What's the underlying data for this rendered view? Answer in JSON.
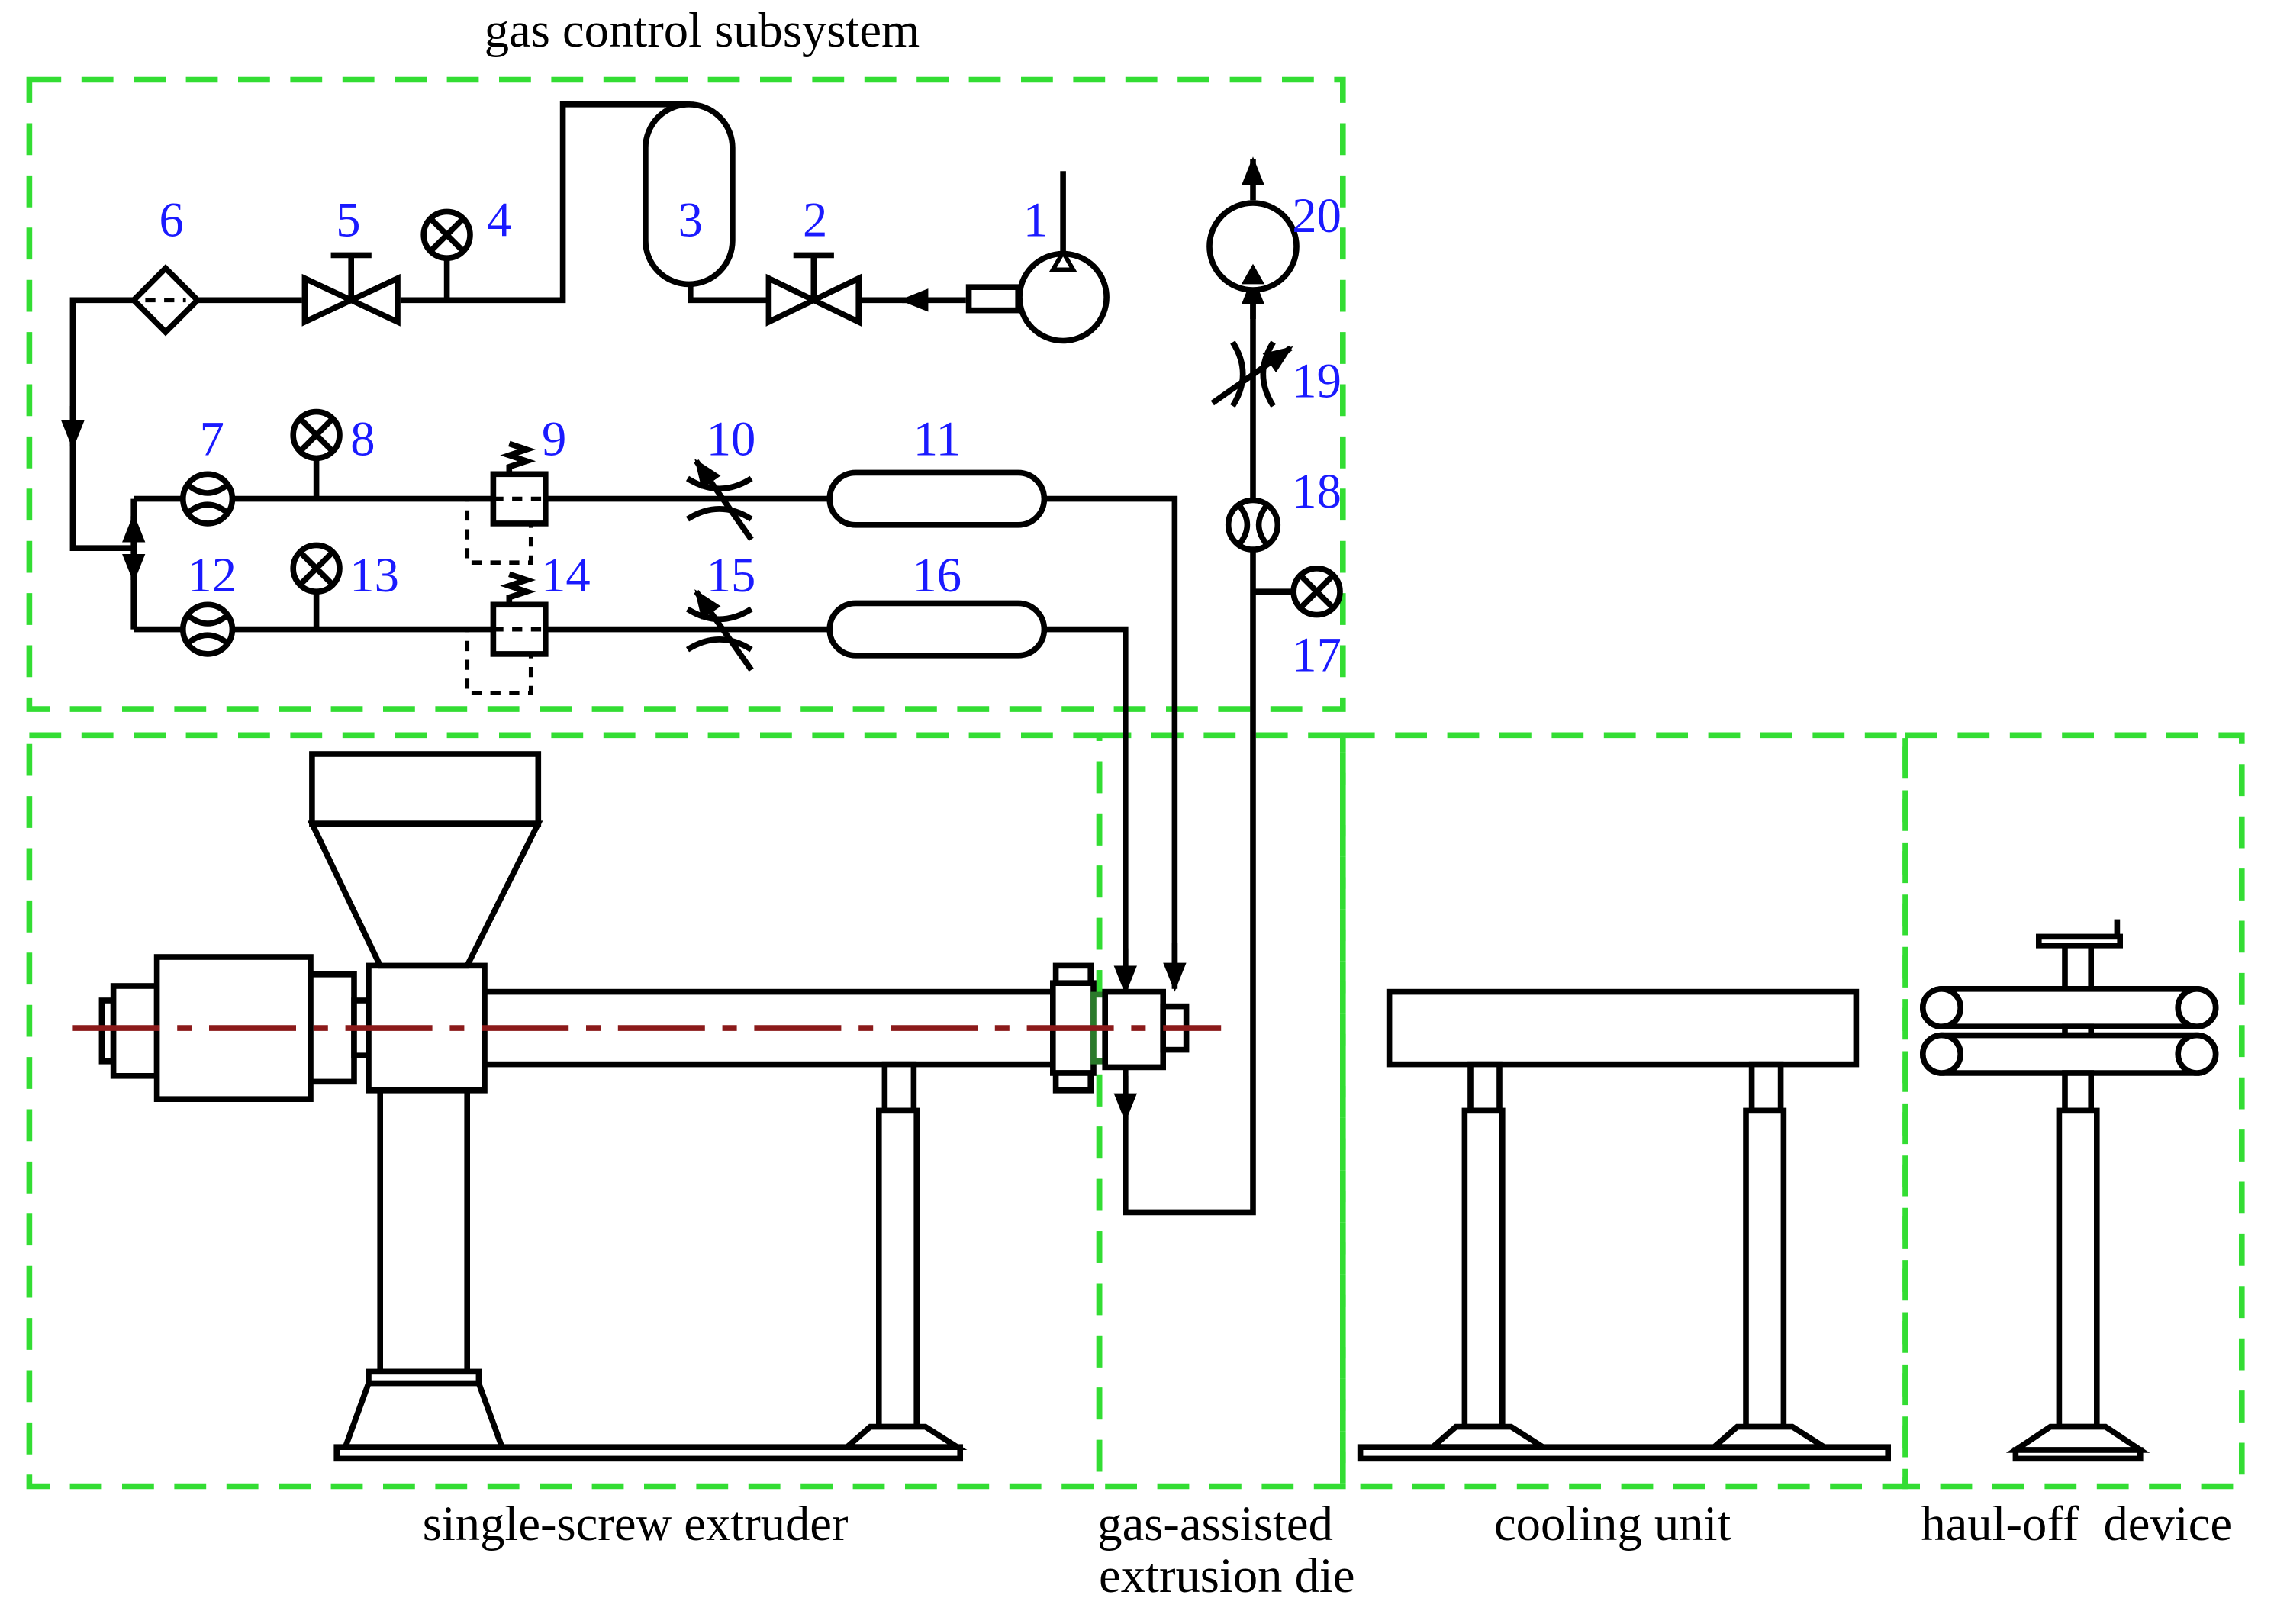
{
  "regions": {
    "gas_control": "gas control subsystem",
    "extruder": "single-screw extruder",
    "die_line1": "gas-assisted",
    "die_line2": "extrusion die",
    "cooling": "cooling unit",
    "haul_off": "haul-off  device"
  },
  "components": {
    "c1": "1",
    "c2": "2",
    "c3": "3",
    "c4": "4",
    "c5": "5",
    "c6": "6",
    "c7": "7",
    "c8": "8",
    "c9": "9",
    "c10": "10",
    "c11": "11",
    "c12": "12",
    "c13": "13",
    "c14": "14",
    "c15": "15",
    "c16": "16",
    "c17": "17",
    "c18": "18",
    "c19": "19",
    "c20": "20"
  },
  "colors": {
    "region_boundary": "#33dd33",
    "component_number": "#1a1aff",
    "center_axis": "#8b1a1a",
    "lines": "#000000"
  }
}
